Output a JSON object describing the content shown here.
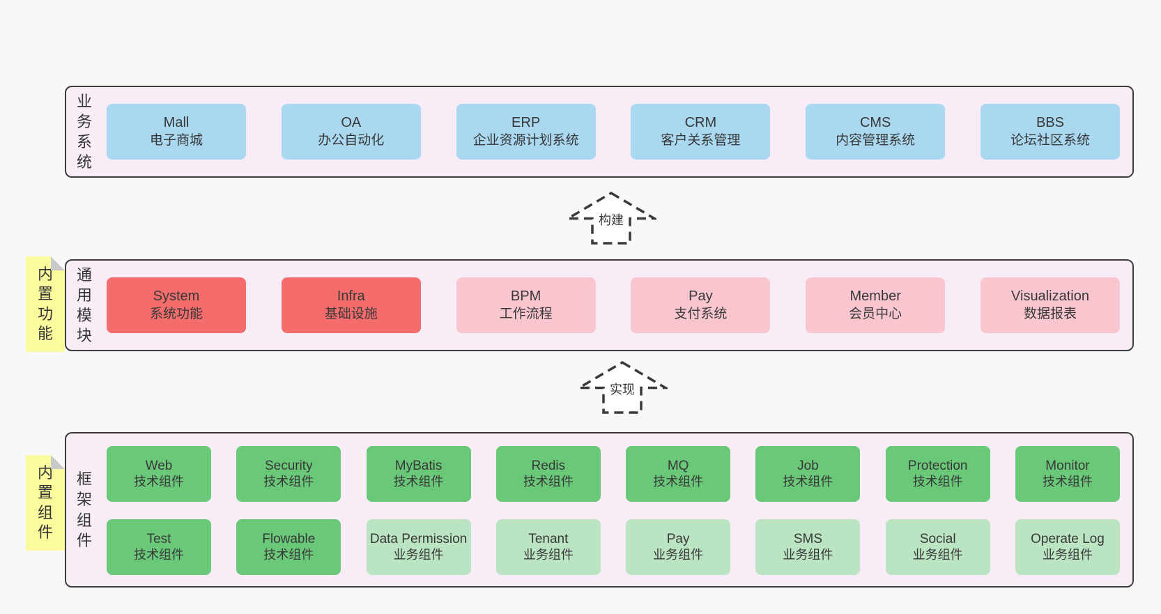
{
  "colors": {
    "page_bg": "#f8f8f8",
    "layer_bg": "#f8edf7",
    "layer_border": "#3d3d3d",
    "blue_box": "#a9d8f0",
    "red_box": "#f56c6c",
    "pink_box": "#f9c6d0",
    "green_box": "#6ac879",
    "light_green_box": "#bae4c2",
    "sticky_yellow": "#fbfb9e",
    "sticky_fold": "#c9c9c9",
    "text": "#383838"
  },
  "layers": [
    {
      "label": "业务系统",
      "boxes": [
        {
          "title": "Mall",
          "subtitle": "电子商城",
          "variant": "blue"
        },
        {
          "title": "OA",
          "subtitle": "办公自动化",
          "variant": "blue"
        },
        {
          "title": "ERP",
          "subtitle": "企业资源计划系统",
          "variant": "blue"
        },
        {
          "title": "CRM",
          "subtitle": "客户关系管理",
          "variant": "blue"
        },
        {
          "title": "CMS",
          "subtitle": "内容管理系统",
          "variant": "blue"
        },
        {
          "title": "BBS",
          "subtitle": "论坛社区系统",
          "variant": "blue"
        }
      ]
    },
    {
      "label": "通用模块",
      "note": "内置功能",
      "boxes": [
        {
          "title": "System",
          "subtitle": "系统功能",
          "variant": "red"
        },
        {
          "title": "Infra",
          "subtitle": "基础设施",
          "variant": "red"
        },
        {
          "title": "BPM",
          "subtitle": "工作流程",
          "variant": "pink"
        },
        {
          "title": "Pay",
          "subtitle": "支付系统",
          "variant": "pink"
        },
        {
          "title": "Member",
          "subtitle": "会员中心",
          "variant": "pink"
        },
        {
          "title": "Visualization",
          "subtitle": "数据报表",
          "variant": "pink"
        }
      ]
    },
    {
      "label": "框架组件",
      "note": "内置组件",
      "boxes": [
        {
          "title": "Web",
          "subtitle": "技术组件",
          "variant": "green"
        },
        {
          "title": "Security",
          "subtitle": "技术组件",
          "variant": "green"
        },
        {
          "title": "MyBatis",
          "subtitle": "技术组件",
          "variant": "green"
        },
        {
          "title": "Redis",
          "subtitle": "技术组件",
          "variant": "green"
        },
        {
          "title": "MQ",
          "subtitle": "技术组件",
          "variant": "green"
        },
        {
          "title": "Job",
          "subtitle": "技术组件",
          "variant": "green"
        },
        {
          "title": "Protection",
          "subtitle": "技术组件",
          "variant": "green"
        },
        {
          "title": "Monitor",
          "subtitle": "技术组件",
          "variant": "green"
        },
        {
          "title": "Test",
          "subtitle": "技术组件",
          "variant": "green"
        },
        {
          "title": "Flowable",
          "subtitle": "技术组件",
          "variant": "green"
        },
        {
          "title": "Data Permission",
          "subtitle": "业务组件",
          "variant": "light-green"
        },
        {
          "title": "Tenant",
          "subtitle": "业务组件",
          "variant": "light-green"
        },
        {
          "title": "Pay",
          "subtitle": "业务组件",
          "variant": "light-green"
        },
        {
          "title": "SMS",
          "subtitle": "业务组件",
          "variant": "light-green"
        },
        {
          "title": "Social",
          "subtitle": "业务组件",
          "variant": "light-green"
        },
        {
          "title": "Operate Log",
          "subtitle": "业务组件",
          "variant": "light-green"
        }
      ]
    }
  ],
  "arrows": [
    {
      "label": "构建"
    },
    {
      "label": "实现"
    }
  ]
}
